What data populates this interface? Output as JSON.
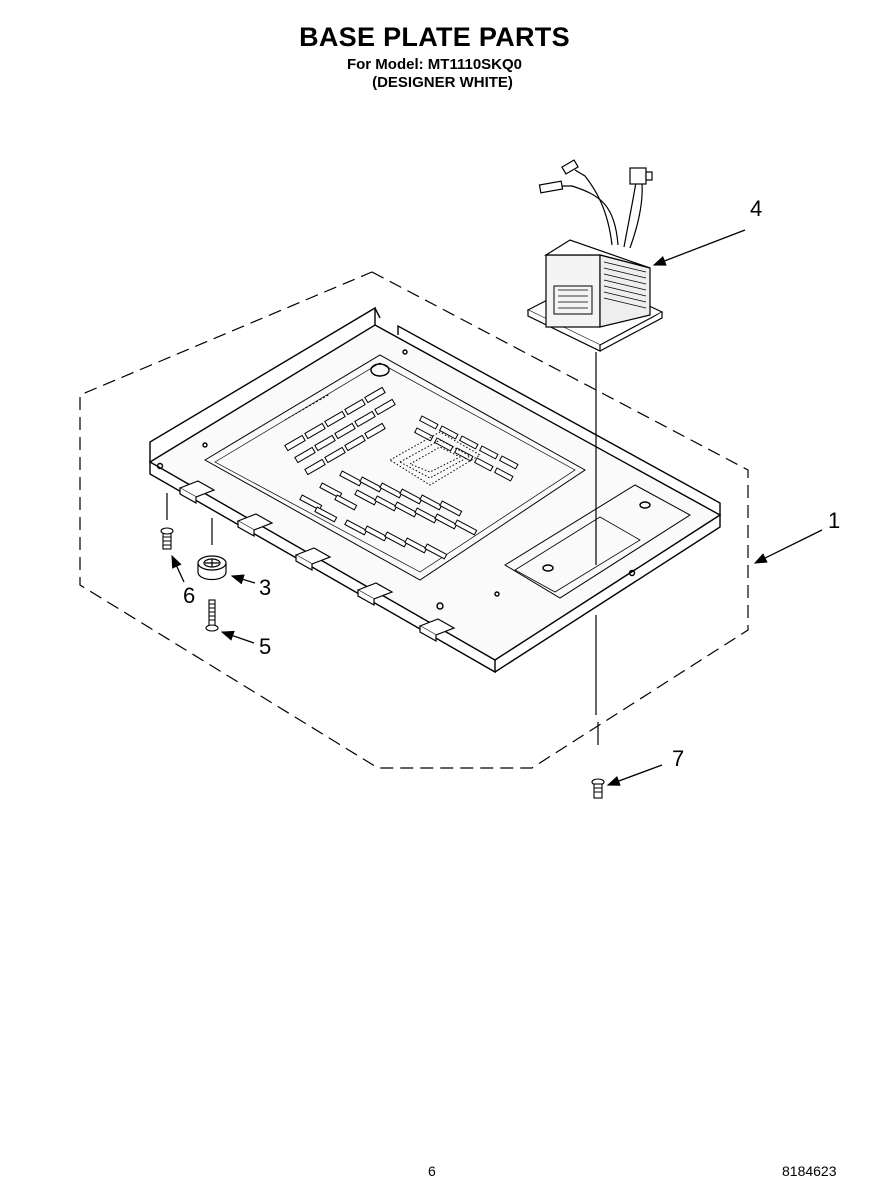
{
  "header": {
    "title": "BASE PLATE PARTS",
    "model_line": "For Model: MT1110SKQ0",
    "color_line": "(DESIGNER WHITE)"
  },
  "callouts": {
    "c1": "1",
    "c3": "3",
    "c4": "4",
    "c5": "5",
    "c6": "6",
    "c7": "7"
  },
  "footer": {
    "page_number": "6",
    "document_number": "8184623"
  }
}
